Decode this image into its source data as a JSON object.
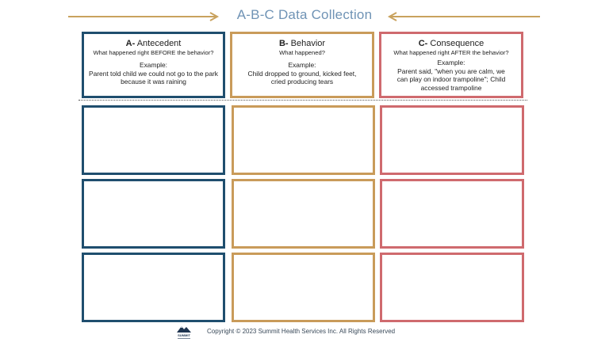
{
  "title": "A-B-C Data Collection",
  "columns": [
    {
      "letter": "A-",
      "name": "Antecedent",
      "question": "What happened right BEFORE the behavior?",
      "example_label": "Example:",
      "example_text": "Parent told child we could not go to the park because it was raining"
    },
    {
      "letter": "B-",
      "name": "Behavior",
      "question": "What happened?",
      "example_label": "Example:",
      "example_text": "Child dropped to ground, kicked feet, cried producing tears"
    },
    {
      "letter": "C-",
      "name": "Consequence",
      "question": "What happened right AFTER the behavior?",
      "example_label": "Example:",
      "example_text": "Parent said, \"when you are calm, we can play on indoor trampoline\"; Child accessed trampoline"
    }
  ],
  "footer": {
    "logo_text": "SUMMIT",
    "copyright": "Copyright © 2023 Summit Health Services Inc. All Rights Reserved"
  },
  "colors": {
    "antecedent": "#1f4e6e",
    "behavior": "#c99b5a",
    "consequence": "#cf6a6e",
    "title": "#6f93b5",
    "arrow": "#c9a25e"
  }
}
